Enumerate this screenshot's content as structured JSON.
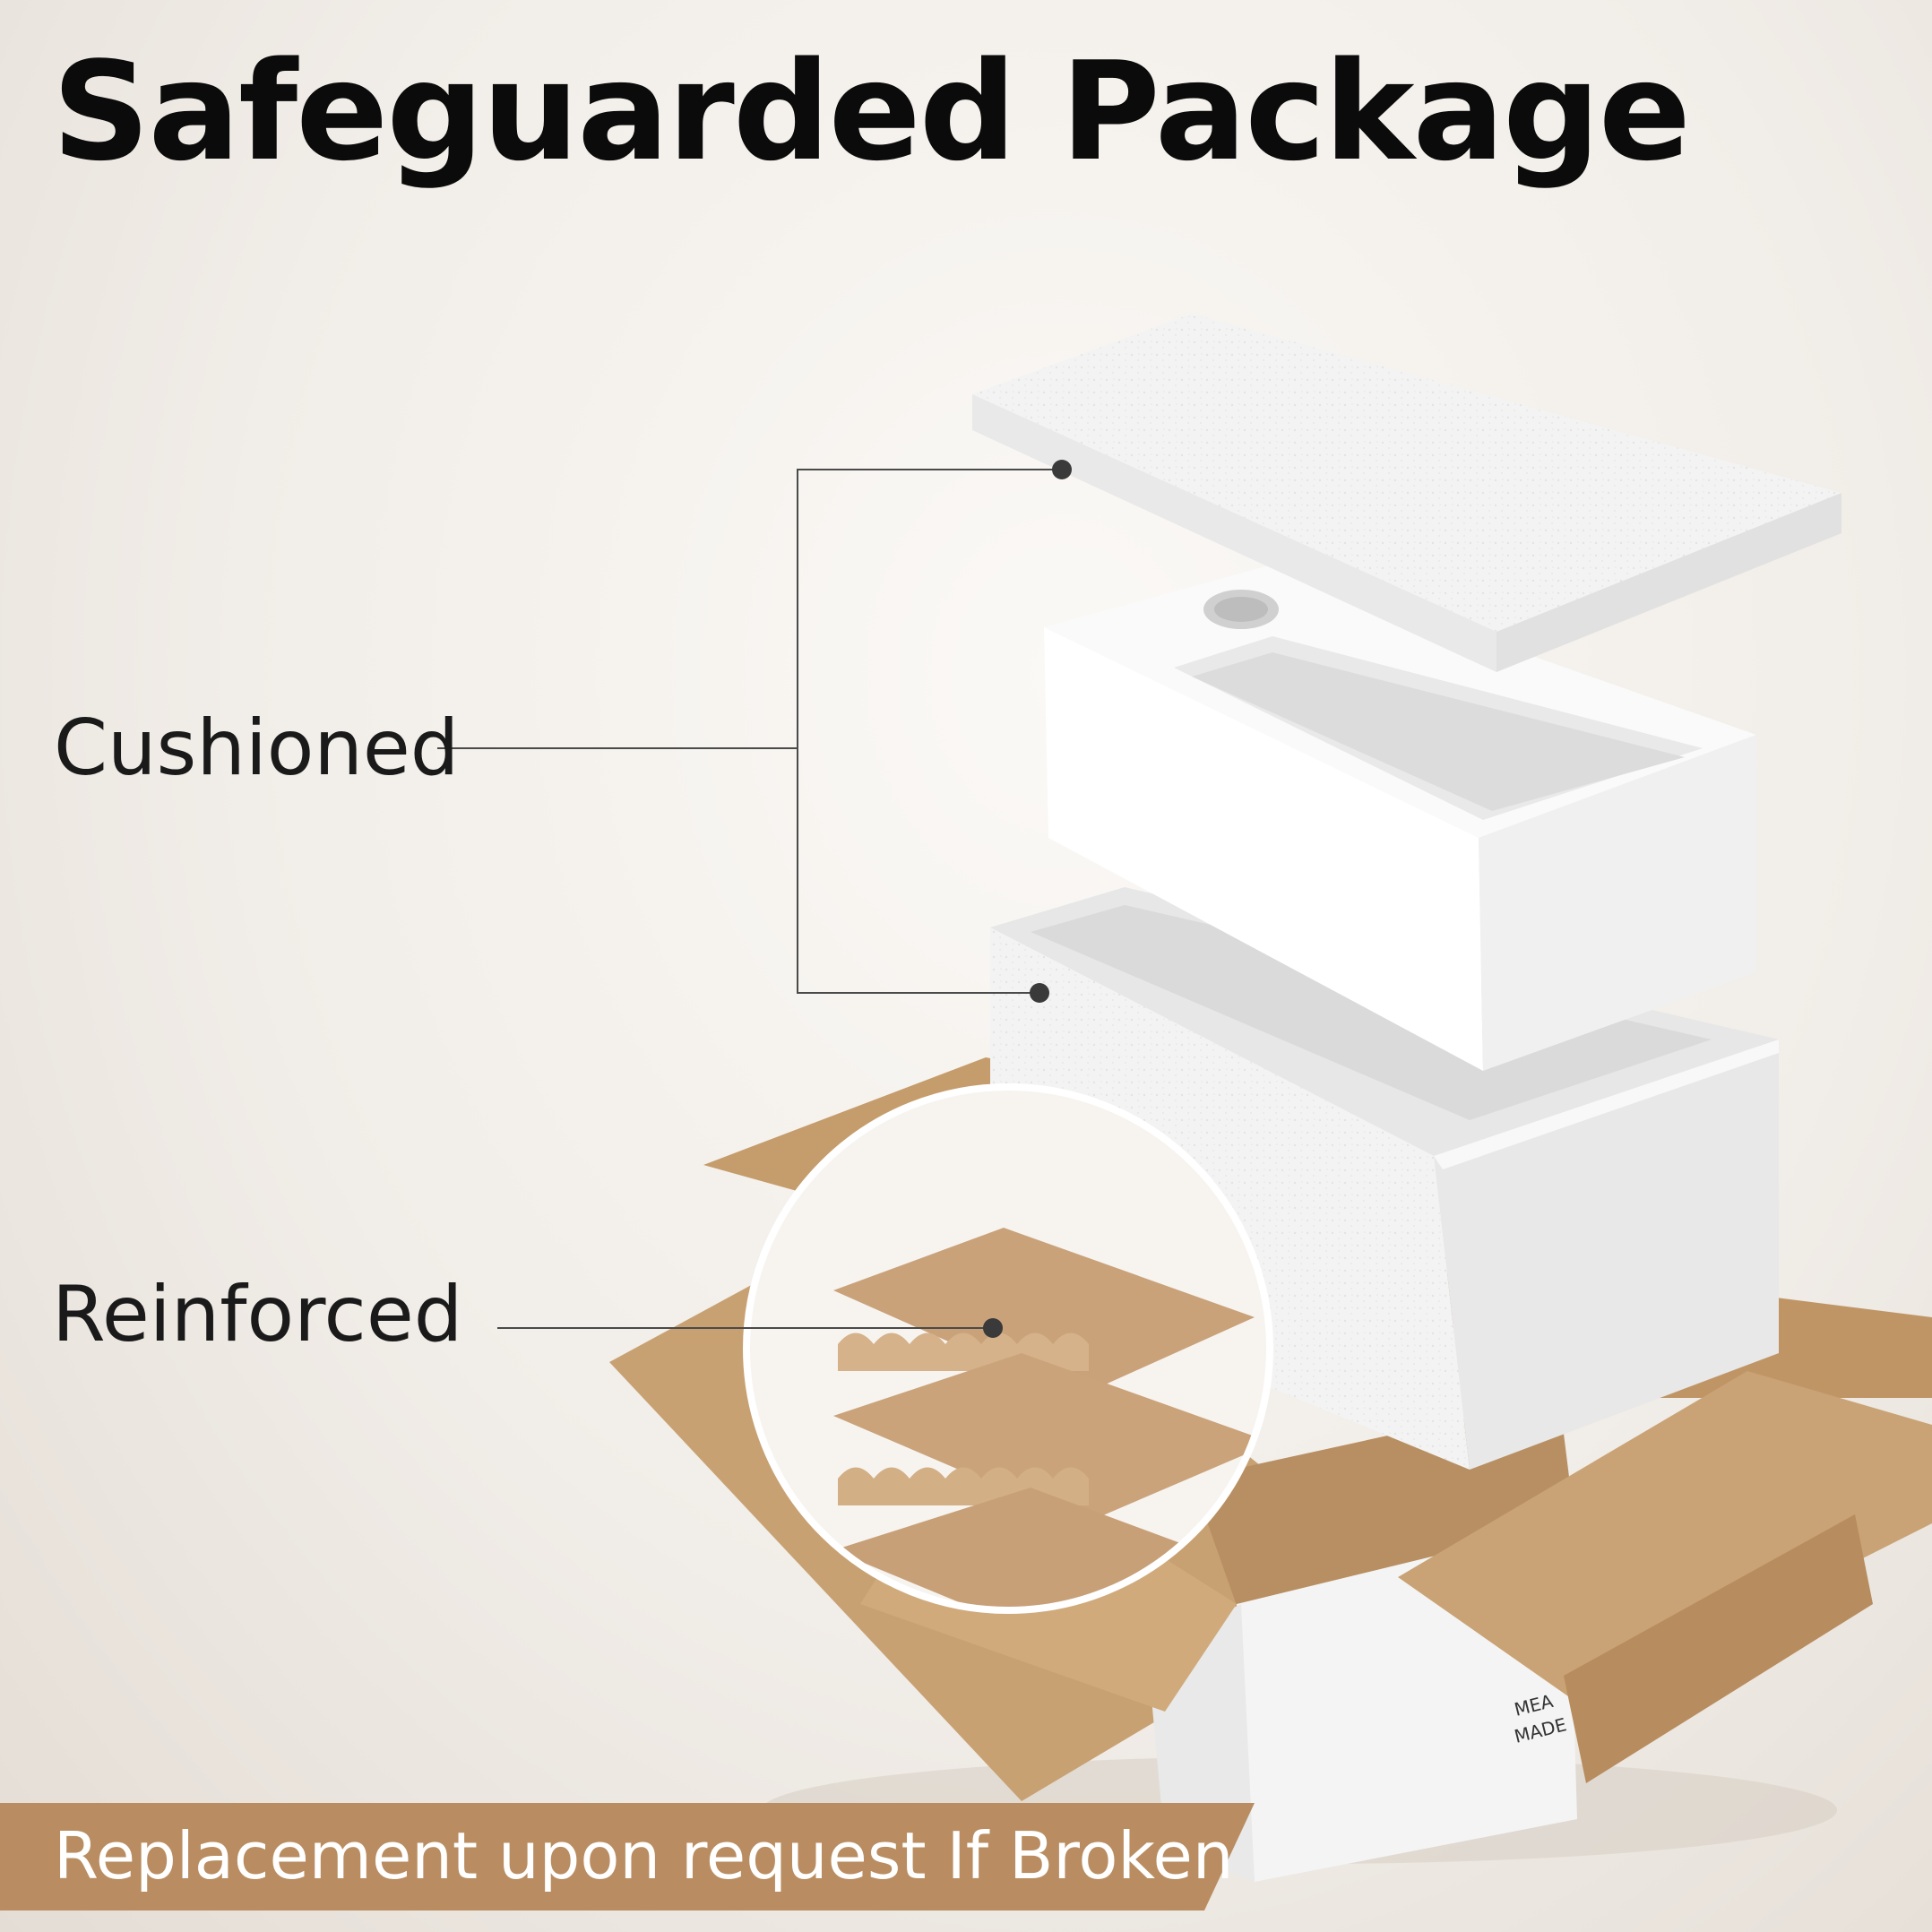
{
  "title": "Safeguarded Package",
  "callouts": {
    "cushioned": "Cushioned",
    "reinforced": "Reinforced"
  },
  "banner": {
    "text": "Replacement upon request If Broken"
  },
  "colors": {
    "title": "#0b0b0b",
    "banner": "#b98d61",
    "cardboard": "#c7a072",
    "foam": "#f2f2f2",
    "sink": "#ffffff",
    "callout_line": "#4a4a4a"
  },
  "icons": {
    "callout_dot": "dot-marker-icon"
  }
}
